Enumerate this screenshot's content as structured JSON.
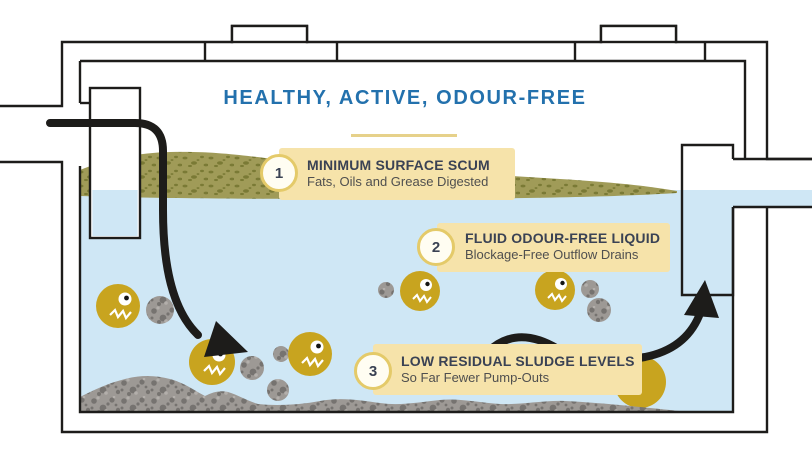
{
  "header": {
    "title": "HEALTHY, ACTIVE, ODOUR-FREE"
  },
  "callouts": [
    {
      "number": "1",
      "title": "MINIMUM SURFACE SCUM",
      "subtitle": "Fats, Oils and Grease Digested"
    },
    {
      "number": "2",
      "title": "FLUID ODOUR-FREE LIQUID",
      "subtitle": "Blockage-Free Outflow Drains"
    },
    {
      "number": "3",
      "title": "LOW RESIDUAL SLUDGE LEVELS",
      "subtitle": "So Far Fewer Pump-Outs"
    }
  ],
  "diagram": {
    "microbe_count": 6,
    "flow_arrows": [
      "inlet-flow-arrow",
      "outlet-flow-arrow"
    ],
    "layers": [
      "surface-scum-layer",
      "effluent-water",
      "sludge-layer"
    ]
  },
  "colors": {
    "title_blue": "#2371ad",
    "underline_yellow": "#e6d18a",
    "callout_bg": "#f6e3aa",
    "badge_ring": "#e4ca69",
    "badge_bg": "#fffdf2",
    "text_dark": "#3a4254",
    "text_gray": "#4f4f4f",
    "water": "#cfe7f5",
    "scum": "#a09b58",
    "scum_speckle": "#73742f",
    "sludge": "#9d9995",
    "sludge_speckle": "#767370",
    "microbe": "#c8a41f",
    "outline": "#1d1c1a"
  }
}
